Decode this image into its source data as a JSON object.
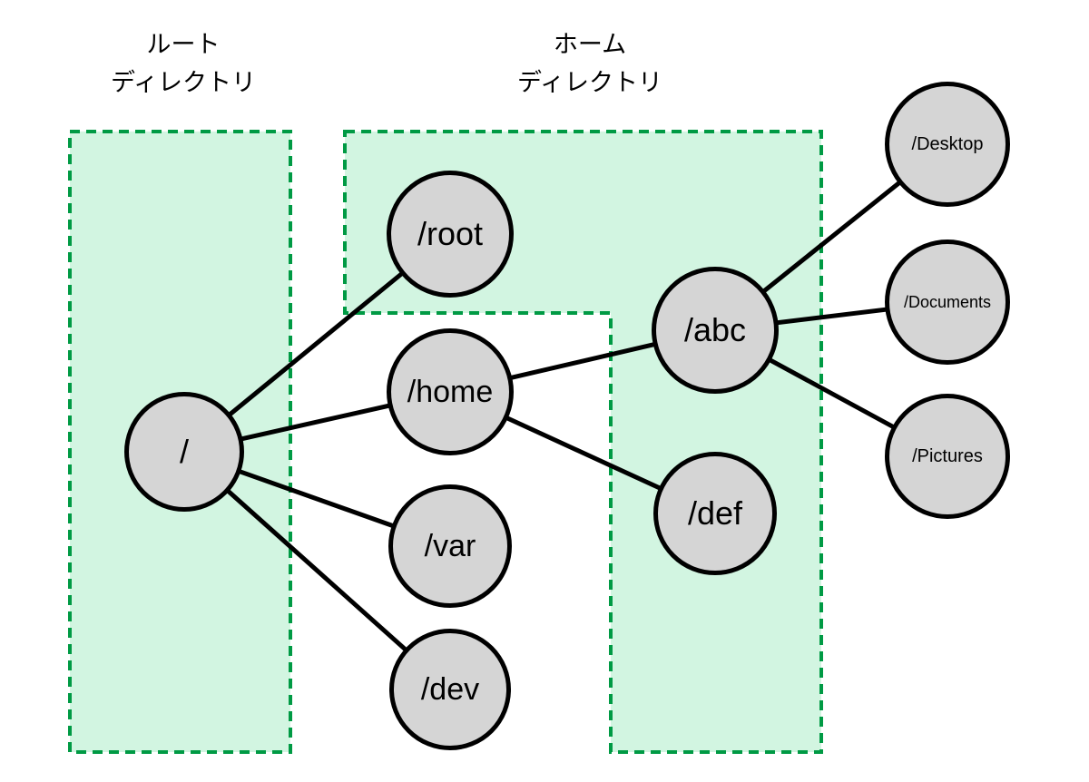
{
  "diagram": {
    "regions": [
      {
        "id": "root-directory",
        "label_line1": "ルート",
        "label_line2": "ディレクトリ"
      },
      {
        "id": "home-directory",
        "label_line1": "ホーム",
        "label_line2": "ディレクトリ"
      }
    ],
    "nodes": {
      "slash": {
        "label": "/"
      },
      "root": {
        "label": "/root"
      },
      "home": {
        "label": "/home"
      },
      "var": {
        "label": "/var"
      },
      "dev": {
        "label": "/dev"
      },
      "abc": {
        "label": "/abc"
      },
      "def": {
        "label": "/def"
      },
      "desktop": {
        "label": "/Desktop"
      },
      "documents": {
        "label": "/Documents"
      },
      "pictures": {
        "label": "/Pictures"
      }
    },
    "edges": [
      {
        "from": "/",
        "to": "/root"
      },
      {
        "from": "/",
        "to": "/home"
      },
      {
        "from": "/",
        "to": "/var"
      },
      {
        "from": "/",
        "to": "/dev"
      },
      {
        "from": "/home",
        "to": "/abc"
      },
      {
        "from": "/home",
        "to": "/def"
      },
      {
        "from": "/abc",
        "to": "/Desktop"
      },
      {
        "from": "/abc",
        "to": "/Documents"
      },
      {
        "from": "/abc",
        "to": "/Pictures"
      }
    ],
    "colors": {
      "region_fill": "#d2f5e1",
      "region_border": "#009a44",
      "node_fill": "#d5d5d5",
      "node_border": "#000000",
      "edge": "#000000",
      "background": "#ffffff",
      "text": "#000000"
    }
  }
}
